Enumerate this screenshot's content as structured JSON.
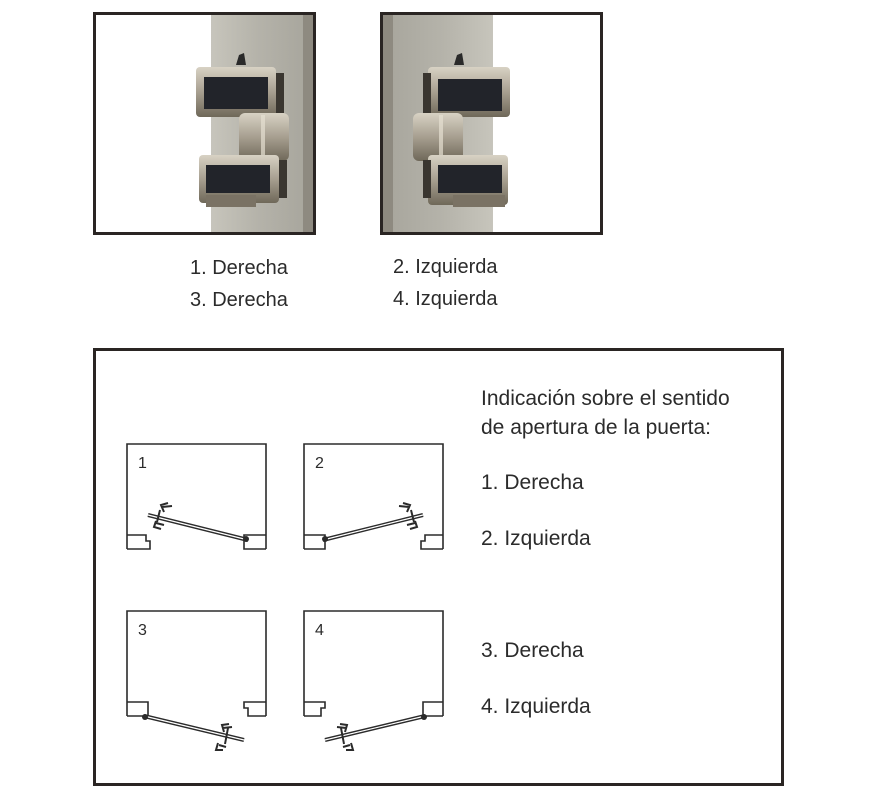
{
  "photos": [
    {
      "id": "right-hinge-photo",
      "orientation": "right",
      "description": "metal hinge mounted on right side of wall profile"
    },
    {
      "id": "left-hinge-photo",
      "orientation": "left",
      "description": "metal hinge mounted on left side of wall profile"
    }
  ],
  "captions": {
    "left": [
      "1. Derecha",
      "3. Derecha"
    ],
    "right": [
      "2. Izquierda",
      "4. Izquierda"
    ]
  },
  "panel": {
    "title_line1": "Indicación sobre el sentido",
    "title_line2": "de apertura de la puerta:",
    "legend": [
      "1. Derecha",
      "2. Izquierda",
      "3. Derecha",
      "4. Izquierda"
    ],
    "diagrams": [
      {
        "number": "1",
        "opening": "inward-left-handle"
      },
      {
        "number": "2",
        "opening": "inward-right-handle"
      },
      {
        "number": "3",
        "opening": "outward-right-handle"
      },
      {
        "number": "4",
        "opening": "outward-left-handle"
      }
    ]
  },
  "colors": {
    "frame": "#2a2523",
    "wall_profile": "#b9b7ae",
    "hinge_metal": "#a49c8c",
    "hinge_dark": "#1f1f22",
    "line": "#2b2b2b"
  }
}
